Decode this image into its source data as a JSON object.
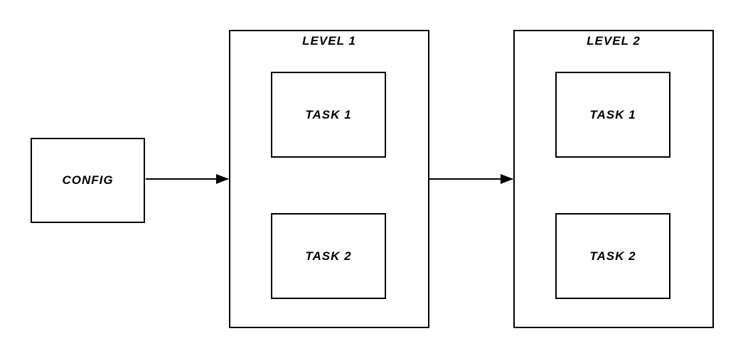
{
  "diagram": {
    "config_node": {
      "label": "CONFIG"
    },
    "levels": [
      {
        "title": "LEVEL 1",
        "tasks": [
          {
            "label": "TASK 1"
          },
          {
            "label": "TASK 2"
          }
        ]
      },
      {
        "title": "LEVEL 2",
        "tasks": [
          {
            "label": "TASK 1"
          },
          {
            "label": "TASK 2"
          }
        ]
      }
    ],
    "connections": [
      {
        "from": "CONFIG",
        "to": "LEVEL 1",
        "direction": "right"
      },
      {
        "from": "LEVEL 1",
        "to": "LEVEL 2",
        "direction": "right"
      },
      {
        "from": "LEVEL 1 / TASK 1",
        "to": "LEVEL 1 / TASK 2",
        "direction": "down"
      },
      {
        "from": "LEVEL 2 / TASK 1",
        "to": "LEVEL 2 / TASK 2",
        "direction": "down"
      }
    ],
    "colors": {
      "stroke": "#000000",
      "background": "#ffffff"
    }
  }
}
